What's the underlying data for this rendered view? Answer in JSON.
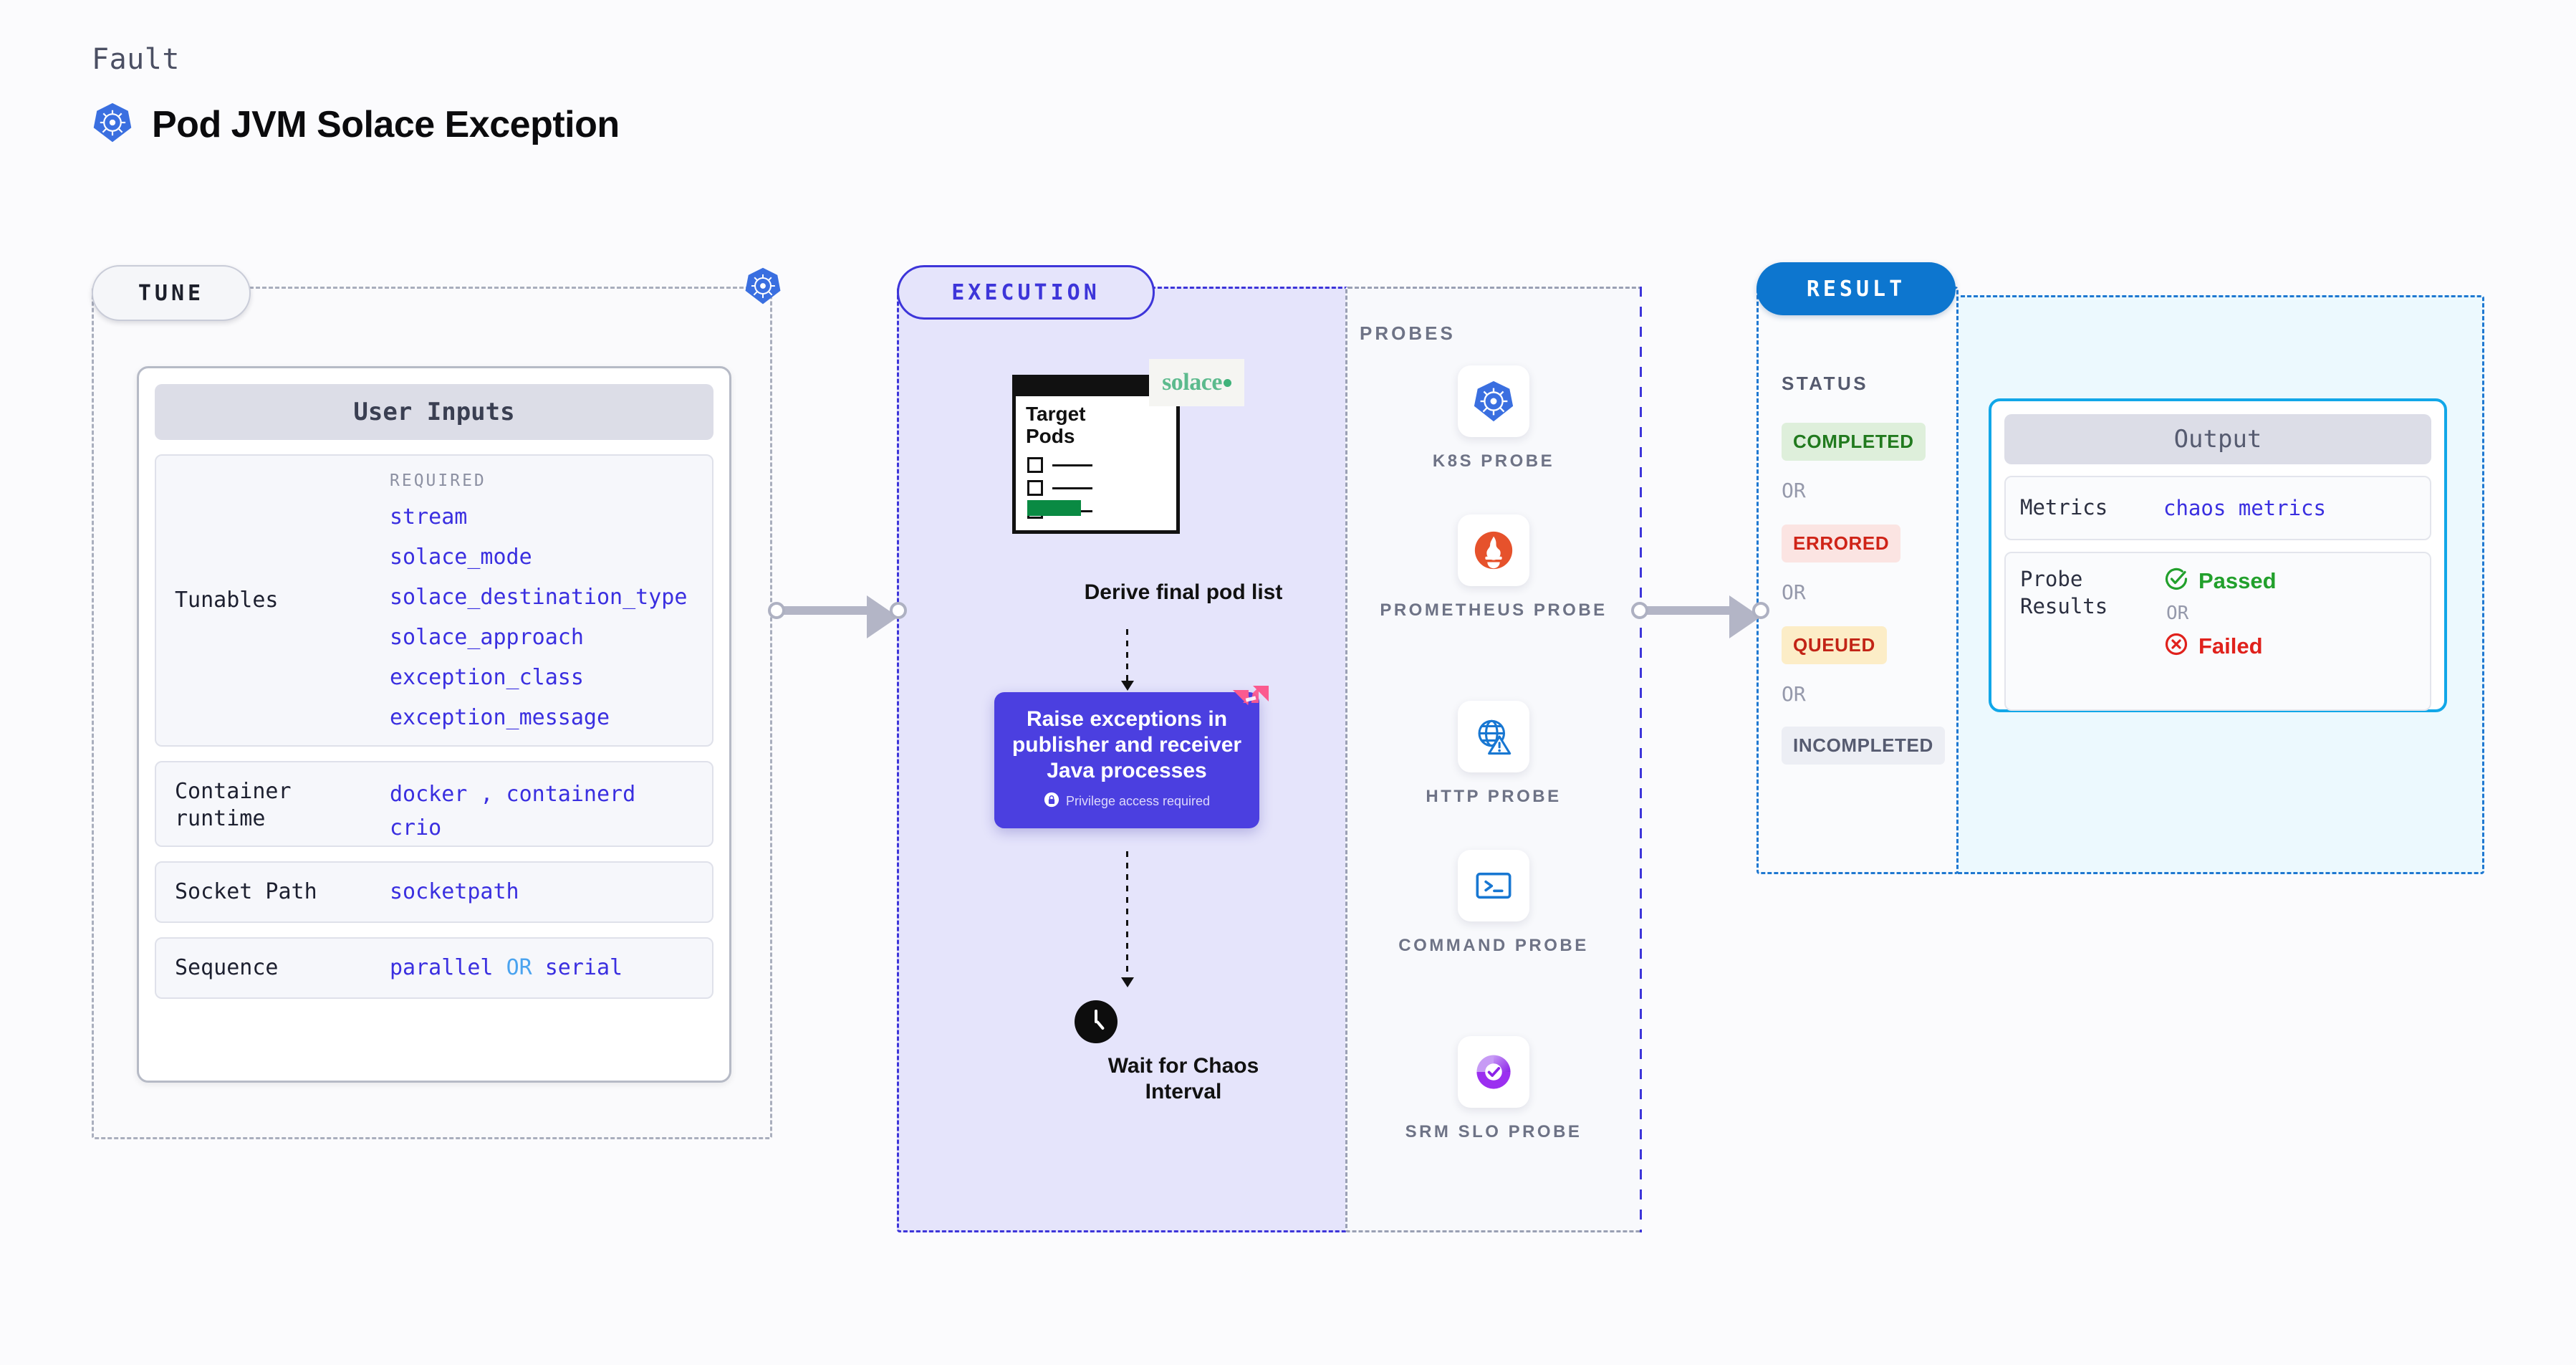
{
  "header": {
    "eyebrow": "Fault",
    "title": "Pod JVM Solace Exception",
    "icon": "kubernetes-icon"
  },
  "tune": {
    "chip_label": "TUNE",
    "badge_icon": "kubernetes-icon",
    "card_title": "User Inputs",
    "rows": [
      {
        "key": "Tunables",
        "required_label": "REQUIRED",
        "items": [
          "stream",
          "solace_mode",
          "solace_destination_type",
          "solace_approach",
          "exception_class",
          "exception_message"
        ]
      },
      {
        "key": "Container runtime",
        "value_line1": "docker , containerd",
        "value_line2": "crio"
      },
      {
        "key": "Socket Path",
        "value": "socketpath"
      },
      {
        "key": "Sequence",
        "value_a": "parallel",
        "value_or": "OR",
        "value_b": "serial"
      }
    ]
  },
  "execution": {
    "chip_label": "EXECUTION",
    "pods_card": {
      "title_line1": "Target",
      "title_line2": "Pods",
      "brand": "solace",
      "brand_icon": "solace-logo"
    },
    "derive_label": "Derive final pod list",
    "action": {
      "text": "Raise exceptions in publisher and receiver Java processes",
      "privilege_note": "Privilege access required",
      "privilege_icon": "lock-icon",
      "ribbon_icon": "harness-logo"
    },
    "wait": {
      "icon": "clock-icon",
      "label_line1": "Wait for Chaos",
      "label_line2": "Interval"
    },
    "probes_label": "PROBES",
    "probes": [
      {
        "icon": "kubernetes-icon",
        "label": "K8S PROBE"
      },
      {
        "icon": "prometheus-icon",
        "label": "PROMETHEUS PROBE"
      },
      {
        "icon": "globe-warning-icon",
        "label": "HTTP PROBE"
      },
      {
        "icon": "terminal-icon",
        "label": "COMMAND PROBE"
      },
      {
        "icon": "srm-slo-icon",
        "label": "SRM SLO PROBE"
      }
    ]
  },
  "result": {
    "chip_label": "RESULT",
    "status_label": "STATUS",
    "or_label": "OR",
    "statuses": [
      {
        "label": "COMPLETED",
        "bg": "#deefdb",
        "fg": "#217a1e"
      },
      {
        "label": "ERRORED",
        "bg": "#fbe4e2",
        "fg": "#cf2418"
      },
      {
        "label": "QUEUED",
        "bg": "#fcedc7",
        "fg": "#c22416"
      },
      {
        "label": "INCOMPLETED",
        "bg": "#eceef4",
        "fg": "#565b70"
      }
    ],
    "output": {
      "title": "Output",
      "metrics_key": "Metrics",
      "metrics_value": "chaos metrics",
      "probe_key": "Probe Results",
      "passed": "Passed",
      "passed_icon": "check-circle-icon",
      "or_label": "OR",
      "failed": "Failed",
      "failed_icon": "x-circle-icon"
    }
  },
  "colors": {
    "execution_accent": "#3d35d9",
    "result_accent": "#0d76cf",
    "output_accent": "#11a7e8",
    "tunable_blue": "#3a2fe0"
  }
}
